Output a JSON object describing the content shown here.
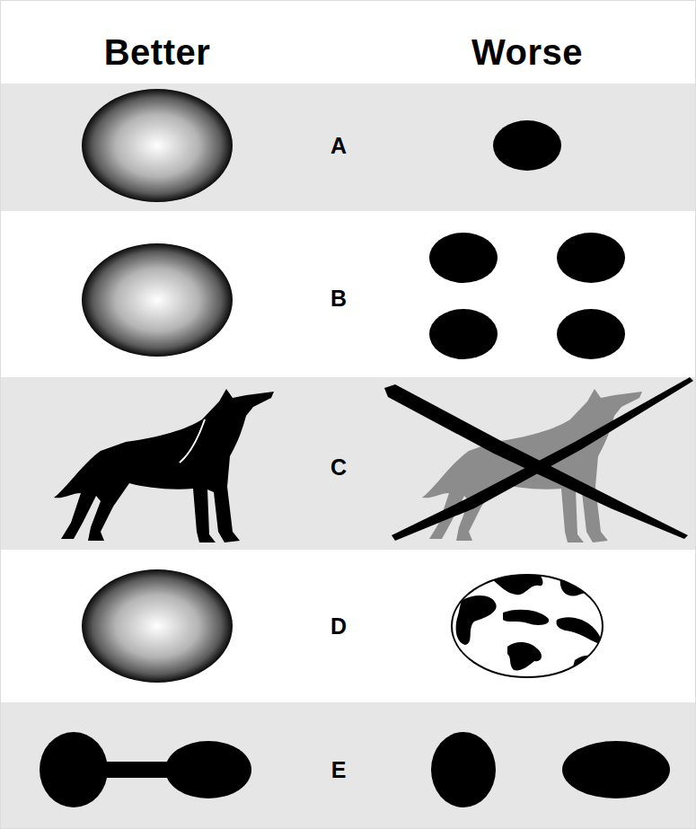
{
  "diagram": {
    "labels": [
      "Better",
      "Worse",
      "A",
      "B",
      "C",
      "D",
      "E"
    ]
  }
}
